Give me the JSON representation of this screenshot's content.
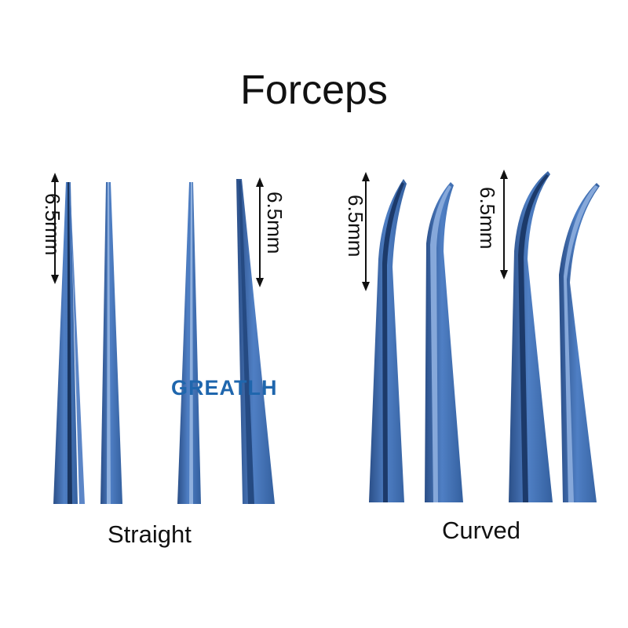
{
  "title": "Forceps",
  "watermark": "GREATLH",
  "groups": [
    {
      "caption": "Straight",
      "tip_length_label": "6.5mm"
    },
    {
      "caption": "Curved",
      "tip_length_label": "6.5mm"
    }
  ],
  "colors": {
    "instrument_blue": "#3f6fb5",
    "instrument_dark": "#1e3f72",
    "instrument_light": "#7fa2d6",
    "watermark": "#1f66ad"
  }
}
